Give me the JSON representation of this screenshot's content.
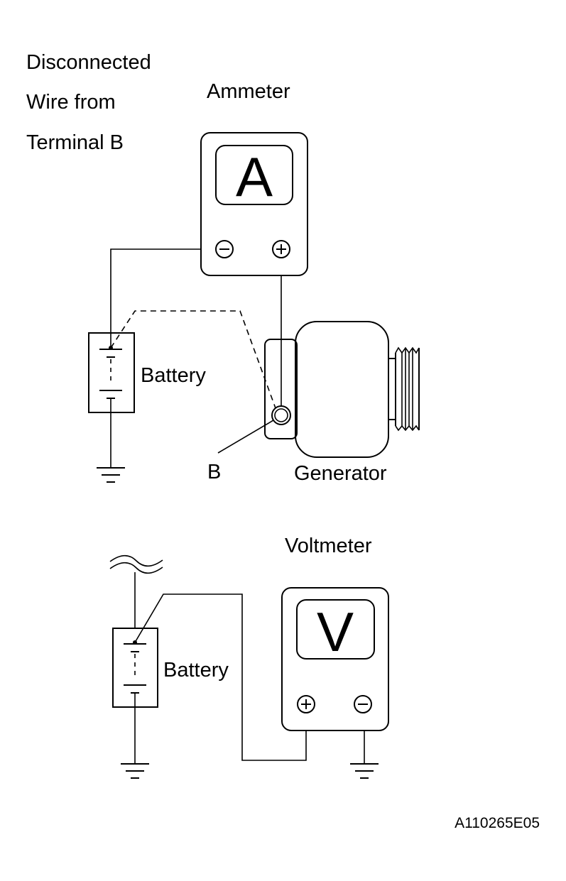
{
  "top_note": {
    "line1": "Disconnected",
    "line2": "Wire from",
    "line3": "Terminal B"
  },
  "ammeter": {
    "title": "Ammeter",
    "display_letter": "A"
  },
  "voltmeter": {
    "title": "Voltmeter",
    "display_letter": "V"
  },
  "battery_label_top": "Battery",
  "battery_label_bottom": "Battery",
  "terminal_label": "B",
  "generator_label": "Generator",
  "figure_code": "A110265E05"
}
